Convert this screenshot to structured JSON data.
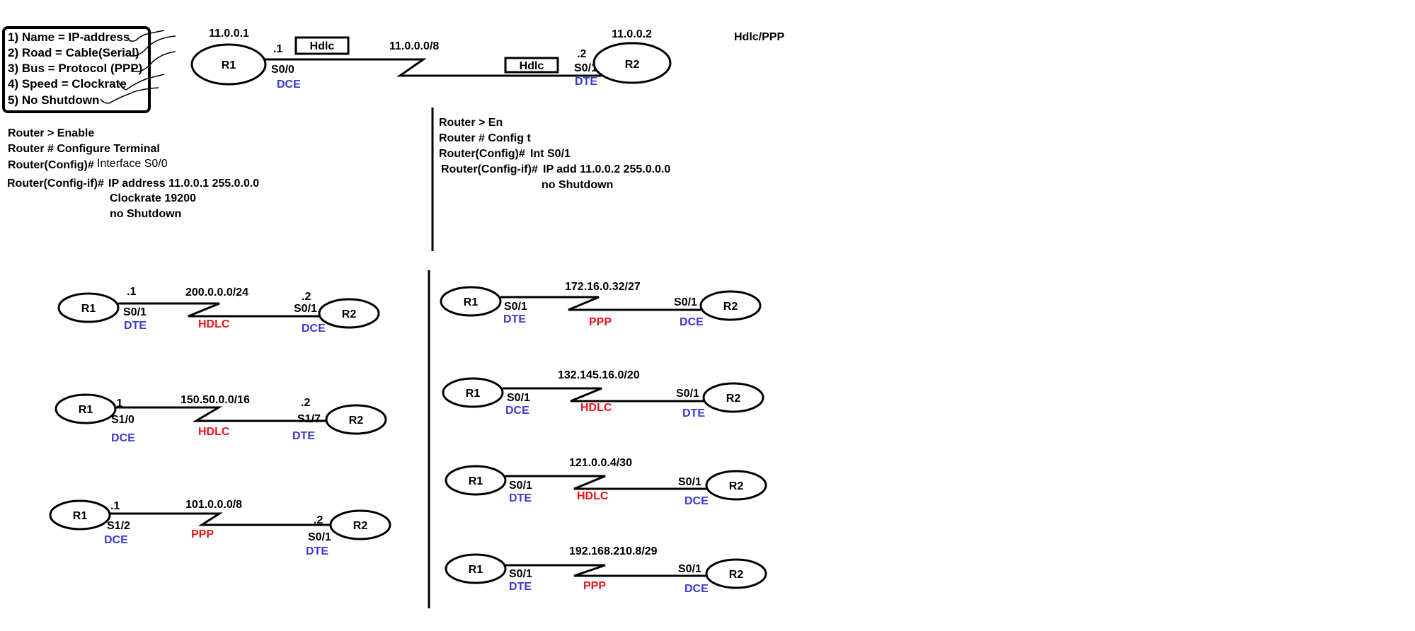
{
  "legend": {
    "items": [
      "1) Name = IP-address",
      "2) Road = Cable(Serial)",
      "3) Bus = Protocol (PPP)",
      "4) Speed = Clockrate",
      "5) No Shutdown"
    ]
  },
  "top_diagram": {
    "r1": {
      "name": "R1",
      "ip": "11.0.0.1",
      "host": ".1",
      "iface": "S0/0",
      "role": "DCE",
      "proto_box": "Hdlc"
    },
    "r2": {
      "name": "R2",
      "ip": "11.0.0.2",
      "host": ".2",
      "iface": "S0/1",
      "role": "DTE",
      "proto_box": "Hdlc"
    },
    "network": "11.0.0.0/8",
    "note": "Hdlc/PPP"
  },
  "config_r1": {
    "lines": [
      "Router > Enable",
      "Router # Configure Terminal",
      "Router(Config)#",
      "Router(Config-if)#"
    ],
    "cmds": [
      "Interface S0/0",
      "IP address  11.0.0.1   255.0.0.0",
      "Clockrate 19200",
      "no  Shutdown"
    ]
  },
  "config_r2": {
    "lines": [
      "Router > En",
      "Router # Config t",
      "Router(Config)#",
      "Router(Config-if)#"
    ],
    "cmds": [
      "Int S0/1",
      "IP add  11.0.0.2   255.0.0.0",
      "no  Shutdown"
    ]
  },
  "colors": {
    "role": "#3a3ad0",
    "protocol": "#e8141c"
  },
  "links": [
    {
      "network": "200.0.0.0/24",
      "protocol": "HDLC",
      "r1": {
        "name": "R1",
        "host": ".1",
        "iface": "S0/1",
        "role": "DTE"
      },
      "r2": {
        "name": "R2",
        "host": ".2",
        "iface": "S0/1",
        "role": "DCE"
      }
    },
    {
      "network": "150.50.0.0/16",
      "protocol": "HDLC",
      "r1": {
        "name": "R1",
        "host": ".1",
        "iface": "S1/0",
        "role": "DCE"
      },
      "r2": {
        "name": "R2",
        "host": ".2",
        "iface": "S1/7",
        "role": "DTE"
      }
    },
    {
      "network": "101.0.0.0/8",
      "protocol": "PPP",
      "r1": {
        "name": "R1",
        "host": ".1",
        "iface": "S1/2",
        "role": "DCE"
      },
      "r2": {
        "name": "R2",
        "host": ".2",
        "iface": "S0/1",
        "role": "DTE"
      }
    },
    {
      "network": "172.16.0.32/27",
      "protocol": "PPP",
      "r1": {
        "name": "R1",
        "iface": "S0/1",
        "role": "DTE"
      },
      "r2": {
        "name": "R2",
        "iface": "S0/1",
        "role": "DCE"
      }
    },
    {
      "network": "132.145.16.0/20",
      "protocol": "HDLC",
      "r1": {
        "name": "R1",
        "iface": "S0/1",
        "role": "DCE"
      },
      "r2": {
        "name": "R2",
        "iface": "S0/1",
        "role": "DTE"
      }
    },
    {
      "network": "121.0.0.4/30",
      "protocol": "HDLC",
      "r1": {
        "name": "R1",
        "iface": "S0/1",
        "role": "DTE"
      },
      "r2": {
        "name": "R2",
        "iface": "S0/1",
        "role": "DCE"
      }
    },
    {
      "network": "192.168.210.8/29",
      "protocol": "PPP",
      "r1": {
        "name": "R1",
        "iface": "S0/1",
        "role": "DTE"
      },
      "r2": {
        "name": "R2",
        "iface": "S0/1",
        "role": "DCE"
      }
    }
  ]
}
